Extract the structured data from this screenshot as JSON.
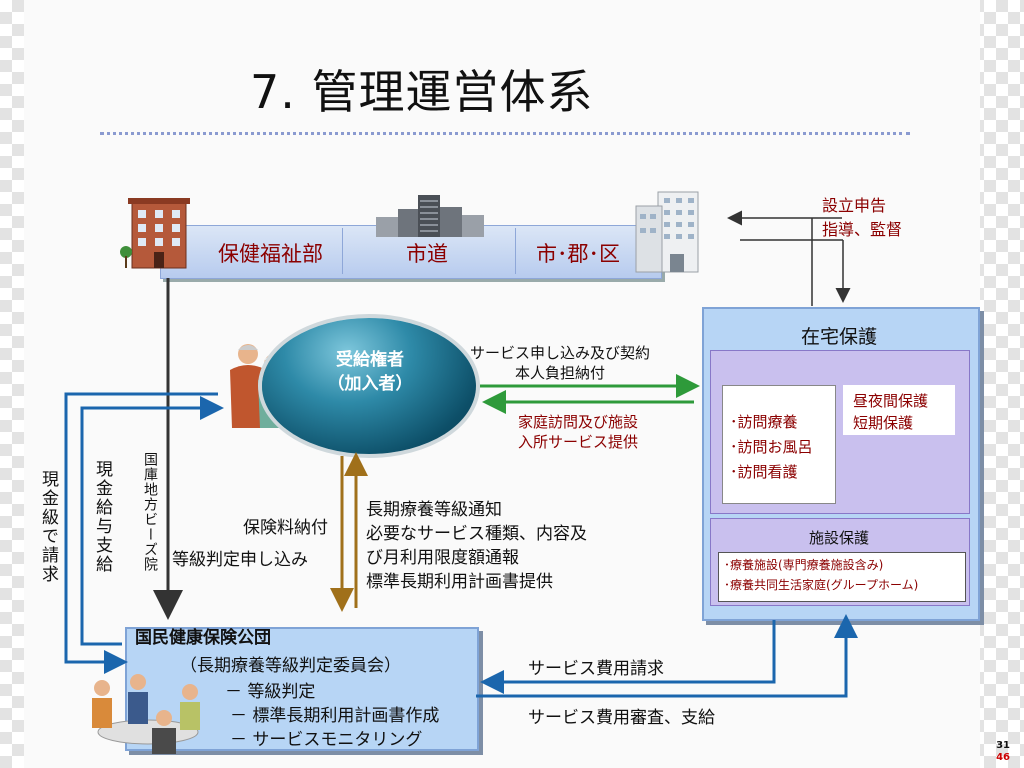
{
  "title": "7. 管理運営体系",
  "government": {
    "ministry": "保健福祉部",
    "province": "市道",
    "city": "市･郡･区"
  },
  "registration": {
    "line1": "設立申告",
    "line2": "指導、監督"
  },
  "beneficiary": {
    "line1": "受給権者",
    "line2": "（加入者）"
  },
  "service_request": {
    "line1": "サービス申し込み及び契約",
    "line2": "本人負担納付"
  },
  "service_provision": {
    "line1": "家庭訪問及び施設",
    "line2": "入所サービス提供"
  },
  "home_care": {
    "title": "在宅保護",
    "visits": [
      "･訪問療養",
      "･訪問お風呂",
      "･訪問看護"
    ],
    "daynight": [
      "昼夜間保護",
      "短期保護"
    ]
  },
  "facility_care": {
    "title": "施設保護",
    "items": [
      "･療養施設(専門療養施設含み)",
      "･療養共同生活家庭(グループホーム)"
    ]
  },
  "left_labels": {
    "cash_claim": "現金級で請求",
    "cash_pay": "現金給与支給",
    "nhis_branch": "国庫地方ビーズ院"
  },
  "premium": {
    "line1": "保険料納付",
    "line2": "等級判定申し込み"
  },
  "notice": {
    "line1": "長期療養等級通知",
    "line2": "必要なサービス種類、内容及",
    "line3": "び月利用限度額通報",
    "line4": "標準長期利用計画書提供"
  },
  "nhis": {
    "title": "国民健康保険公団",
    "subtitle": "（長期療養等級判定委員会）",
    "items": [
      "－ 等級判定",
      "－ 標準長期利用計画書作成",
      "－ サービスモニタリング"
    ]
  },
  "billing": {
    "claim": "サービス費用請求",
    "review": "サービス費用審査、支給"
  },
  "page": {
    "current": "31",
    "total": "46"
  },
  "colors": {
    "label_red": "#8b0000",
    "arrow_green": "#2e9a3a",
    "arrow_blue": "#1b66ad",
    "arrow_brown": "#a0701a",
    "box_blue": "#b7d5f5",
    "box_purple": "#c9c0ee"
  }
}
